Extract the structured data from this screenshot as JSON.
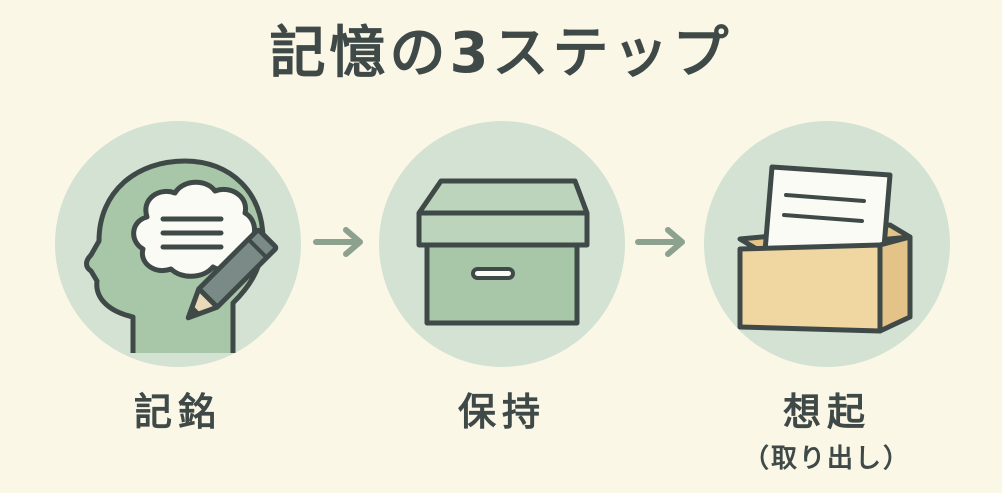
{
  "title": "記憶の3ステップ",
  "steps": [
    {
      "label": "記銘",
      "sublabel": ""
    },
    {
      "label": "保持",
      "sublabel": ""
    },
    {
      "label": "想起",
      "sublabel": "（取り出し）"
    }
  ],
  "colors": {
    "background": "#fbf7e6",
    "circle": "#d3e2d3",
    "stroke": "#3f4a48",
    "box_fill": "#a8c7a8",
    "tray_fill": "#f0d6a1",
    "paper": "#fbfbf5",
    "arrow": "#8ca28e"
  },
  "icons": [
    "head-with-brain-icon",
    "pencil-icon",
    "storage-box-icon",
    "tray-with-paper-icon",
    "arrow-right-icon"
  ]
}
